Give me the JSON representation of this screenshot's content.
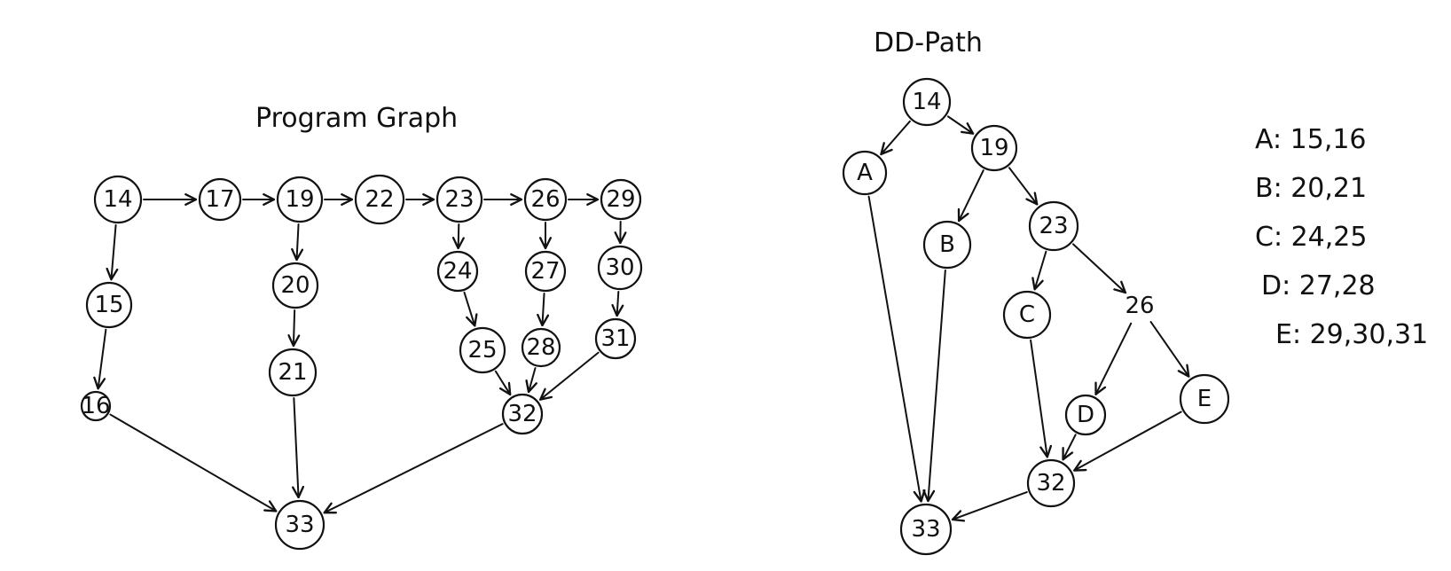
{
  "program_graph": {
    "title": "Program Graph",
    "nodes": [
      {
        "id": "14",
        "label": "14"
      },
      {
        "id": "17",
        "label": "17"
      },
      {
        "id": "19",
        "label": "19"
      },
      {
        "id": "22",
        "label": "22"
      },
      {
        "id": "23",
        "label": "23"
      },
      {
        "id": "26",
        "label": "26"
      },
      {
        "id": "29",
        "label": "29"
      },
      {
        "id": "15",
        "label": "15"
      },
      {
        "id": "16",
        "label": "16"
      },
      {
        "id": "20",
        "label": "20"
      },
      {
        "id": "21",
        "label": "21"
      },
      {
        "id": "24",
        "label": "24"
      },
      {
        "id": "25",
        "label": "25"
      },
      {
        "id": "27",
        "label": "27"
      },
      {
        "id": "28",
        "label": "28"
      },
      {
        "id": "30",
        "label": "30"
      },
      {
        "id": "31",
        "label": "31"
      },
      {
        "id": "32",
        "label": "32"
      },
      {
        "id": "33",
        "label": "33"
      }
    ],
    "edges": [
      [
        "14",
        "17"
      ],
      [
        "17",
        "19"
      ],
      [
        "19",
        "22"
      ],
      [
        "22",
        "23"
      ],
      [
        "23",
        "26"
      ],
      [
        "26",
        "29"
      ],
      [
        "14",
        "15"
      ],
      [
        "15",
        "16"
      ],
      [
        "16",
        "33"
      ],
      [
        "19",
        "20"
      ],
      [
        "20",
        "21"
      ],
      [
        "21",
        "33"
      ],
      [
        "23",
        "24"
      ],
      [
        "24",
        "25"
      ],
      [
        "25",
        "32"
      ],
      [
        "26",
        "27"
      ],
      [
        "27",
        "28"
      ],
      [
        "28",
        "32"
      ],
      [
        "29",
        "30"
      ],
      [
        "30",
        "31"
      ],
      [
        "31",
        "32"
      ],
      [
        "32",
        "33"
      ]
    ]
  },
  "dd_path": {
    "title": "DD-Path",
    "nodes": [
      {
        "id": "14",
        "label": "14",
        "circled": true
      },
      {
        "id": "A",
        "label": "A",
        "circled": true
      },
      {
        "id": "19",
        "label": "19",
        "circled": true
      },
      {
        "id": "B",
        "label": "B",
        "circled": true
      },
      {
        "id": "23",
        "label": "23",
        "circled": true
      },
      {
        "id": "C",
        "label": "C",
        "circled": true
      },
      {
        "id": "26",
        "label": "26",
        "circled": false
      },
      {
        "id": "D",
        "label": "D",
        "circled": true
      },
      {
        "id": "E",
        "label": "E",
        "circled": true
      },
      {
        "id": "32",
        "label": "32",
        "circled": true
      },
      {
        "id": "33",
        "label": "33",
        "circled": true
      }
    ],
    "edges": [
      [
        "14",
        "A"
      ],
      [
        "14",
        "19"
      ],
      [
        "19",
        "B"
      ],
      [
        "19",
        "23"
      ],
      [
        "23",
        "C"
      ],
      [
        "23",
        "26"
      ],
      [
        "26",
        "D"
      ],
      [
        "26",
        "E"
      ],
      [
        "A",
        "33"
      ],
      [
        "B",
        "33"
      ],
      [
        "C",
        "32"
      ],
      [
        "D",
        "32"
      ],
      [
        "E",
        "32"
      ],
      [
        "32",
        "33"
      ]
    ],
    "legend": [
      "A: 15,16",
      "B: 20,21",
      "C: 24,25",
      "D: 27,28",
      "E: 29,30,31"
    ]
  }
}
